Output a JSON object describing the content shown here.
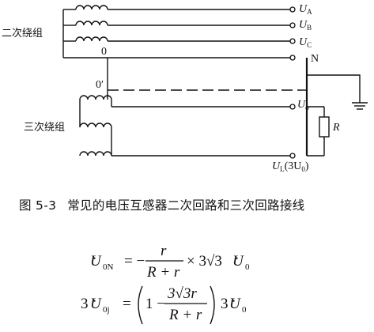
{
  "figure": {
    "secondary_winding_label": "二次绕组",
    "tertiary_winding_label": "三次绕组",
    "node_zero": "0",
    "node_zero_prime": "0′",
    "resistor_label": "R",
    "neutral_label": "N",
    "terminal_UA": {
      "main": "U",
      "sub": "A"
    },
    "terminal_UB": {
      "main": "U",
      "sub": "B"
    },
    "terminal_UC": {
      "main": "U",
      "sub": "C"
    },
    "terminal_Uphi": {
      "main": "U",
      "sub": "ϕ"
    },
    "terminal_UL": {
      "main": "U",
      "sub": "L",
      "tail": "(3U",
      "tail_sub": "0",
      "tail_end": ")"
    }
  },
  "caption": {
    "number": "图 5-3",
    "text": "常见的电压互感器二次回路和三次回路接线"
  },
  "formulas": {
    "f1": {
      "lhs": "U",
      "lhs_sub": "0N",
      "eq": "= −",
      "num": "r",
      "den": "R + r",
      "rest": "× 3√3",
      "rhs": "U",
      "rhs_sub": "0"
    },
    "f2": {
      "lhs_pre": "3",
      "lhs": "U",
      "lhs_sub": "0j",
      "eq": "=",
      "one": "1 −",
      "num": "3√3r",
      "den": "R + r",
      "rhs_pre": "3",
      "rhs": "U",
      "rhs_sub": "0"
    }
  }
}
